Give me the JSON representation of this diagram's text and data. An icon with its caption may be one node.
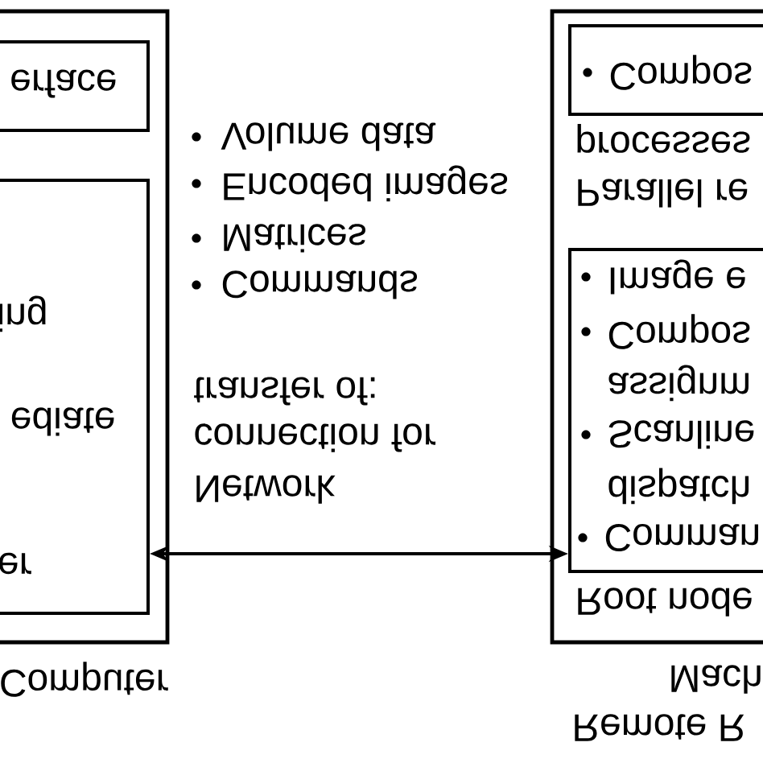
{
  "diagram": {
    "nodes": [
      {
        "text": [
          "Computer"
        ]
      },
      {
        "text": [
          "erface"
        ],
        "in": 0
      },
      {
        "text": [
          "ing",
          "ediate",
          "er"
        ],
        "in": 0
      },
      {
        "text": [
          "Mach",
          "Remote R"
        ]
      },
      {
        "text": [
          "Compos",
          "processes",
          "Parallel re"
        ],
        "in": 3
      },
      {
        "text": [
          "Image e",
          "Compos",
          "assignm",
          "Scanline",
          "dispatch",
          "Comman",
          "Root node"
        ],
        "in": 3
      }
    ],
    "edges": [
      {
        "from": 2,
        "to": 5,
        "arrow": "both"
      }
    ],
    "labels": [
      "Volume data",
      "Encoded images",
      "Matrices",
      "Commands",
      "transfer of:",
      "connection for",
      "Network"
    ]
  }
}
